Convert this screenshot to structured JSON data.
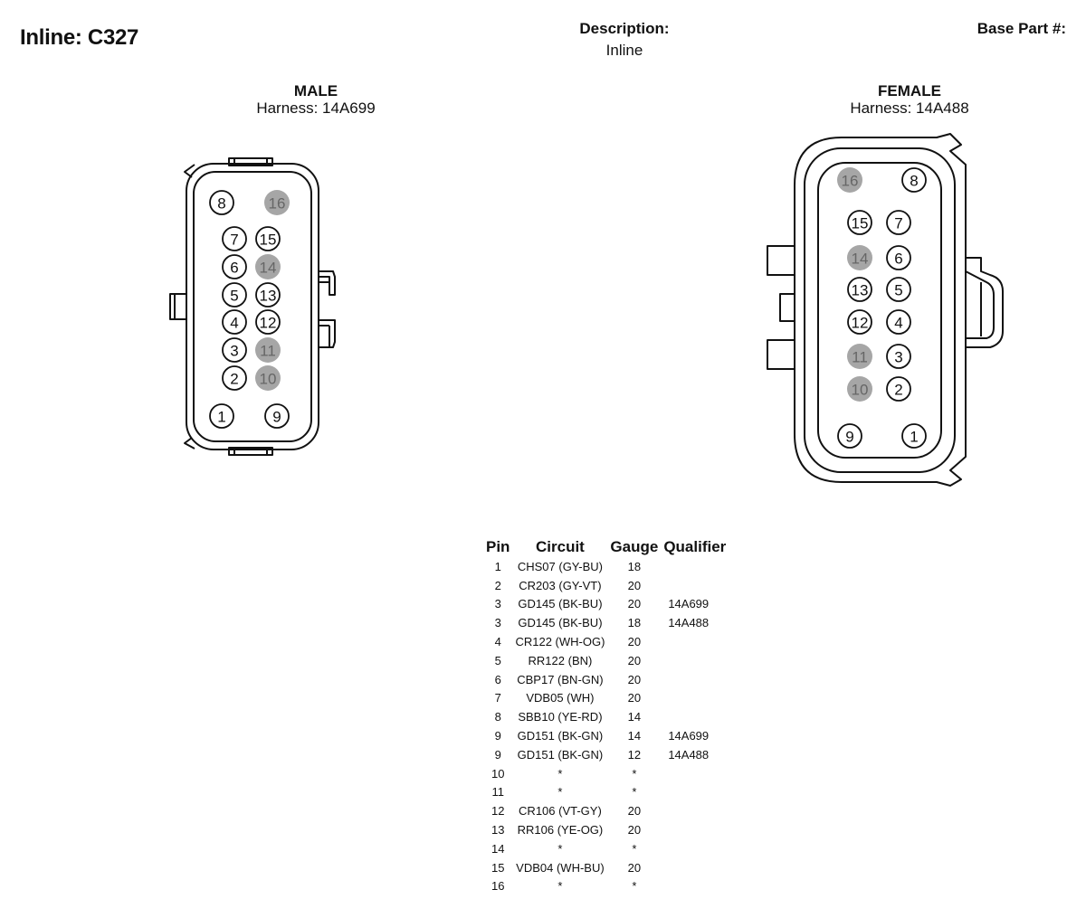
{
  "header": {
    "title": "Inline: C327",
    "description_label": "Description:",
    "description_value": "Inline",
    "base_part_label": "Base Part #:"
  },
  "male": {
    "title": "MALE",
    "harness": "Harness: 14A699",
    "pins": [
      {
        "label": "8",
        "empty": false
      },
      {
        "label": "16",
        "empty": true
      },
      {
        "label": "7",
        "empty": false
      },
      {
        "label": "15",
        "empty": false
      },
      {
        "label": "6",
        "empty": false
      },
      {
        "label": "14",
        "empty": true
      },
      {
        "label": "5",
        "empty": false
      },
      {
        "label": "13",
        "empty": false
      },
      {
        "label": "4",
        "empty": false
      },
      {
        "label": "12",
        "empty": false
      },
      {
        "label": "3",
        "empty": false
      },
      {
        "label": "11",
        "empty": true
      },
      {
        "label": "2",
        "empty": false
      },
      {
        "label": "10",
        "empty": true
      },
      {
        "label": "1",
        "empty": false
      },
      {
        "label": "9",
        "empty": false
      }
    ]
  },
  "female": {
    "title": "FEMALE",
    "harness": "Harness: 14A488",
    "pins": [
      {
        "label": "16",
        "empty": true
      },
      {
        "label": "8",
        "empty": false
      },
      {
        "label": "15",
        "empty": false
      },
      {
        "label": "7",
        "empty": false
      },
      {
        "label": "14",
        "empty": true
      },
      {
        "label": "6",
        "empty": false
      },
      {
        "label": "13",
        "empty": false
      },
      {
        "label": "5",
        "empty": false
      },
      {
        "label": "12",
        "empty": false
      },
      {
        "label": "4",
        "empty": false
      },
      {
        "label": "11",
        "empty": true
      },
      {
        "label": "3",
        "empty": false
      },
      {
        "label": "10",
        "empty": true
      },
      {
        "label": "2",
        "empty": false
      },
      {
        "label": "9",
        "empty": false
      },
      {
        "label": "1",
        "empty": false
      }
    ]
  },
  "colors": {
    "empty_pin": "#a6a6a6",
    "line": "#111111"
  },
  "table": {
    "headers": [
      "Pin",
      "Circuit",
      "Gauge",
      "Qualifier"
    ],
    "rows": [
      [
        "1",
        "CHS07 (GY-BU)",
        "18",
        ""
      ],
      [
        "2",
        "CR203 (GY-VT)",
        "20",
        ""
      ],
      [
        "3",
        "GD145 (BK-BU)",
        "20",
        "14A699"
      ],
      [
        "3",
        "GD145 (BK-BU)",
        "18",
        "14A488"
      ],
      [
        "4",
        "CR122 (WH-OG)",
        "20",
        ""
      ],
      [
        "5",
        "RR122 (BN)",
        "20",
        ""
      ],
      [
        "6",
        "CBP17 (BN-GN)",
        "20",
        ""
      ],
      [
        "7",
        "VDB05 (WH)",
        "20",
        ""
      ],
      [
        "8",
        "SBB10 (YE-RD)",
        "14",
        ""
      ],
      [
        "9",
        "GD151 (BK-GN)",
        "14",
        "14A699"
      ],
      [
        "9",
        "GD151 (BK-GN)",
        "12",
        "14A488"
      ],
      [
        "10",
        "*",
        "*",
        ""
      ],
      [
        "11",
        "*",
        "*",
        ""
      ],
      [
        "12",
        "CR106 (VT-GY)",
        "20",
        ""
      ],
      [
        "13",
        "RR106 (YE-OG)",
        "20",
        ""
      ],
      [
        "14",
        "*",
        "*",
        ""
      ],
      [
        "15",
        "VDB04 (WH-BU)",
        "20",
        ""
      ],
      [
        "16",
        "*",
        "*",
        ""
      ]
    ]
  }
}
